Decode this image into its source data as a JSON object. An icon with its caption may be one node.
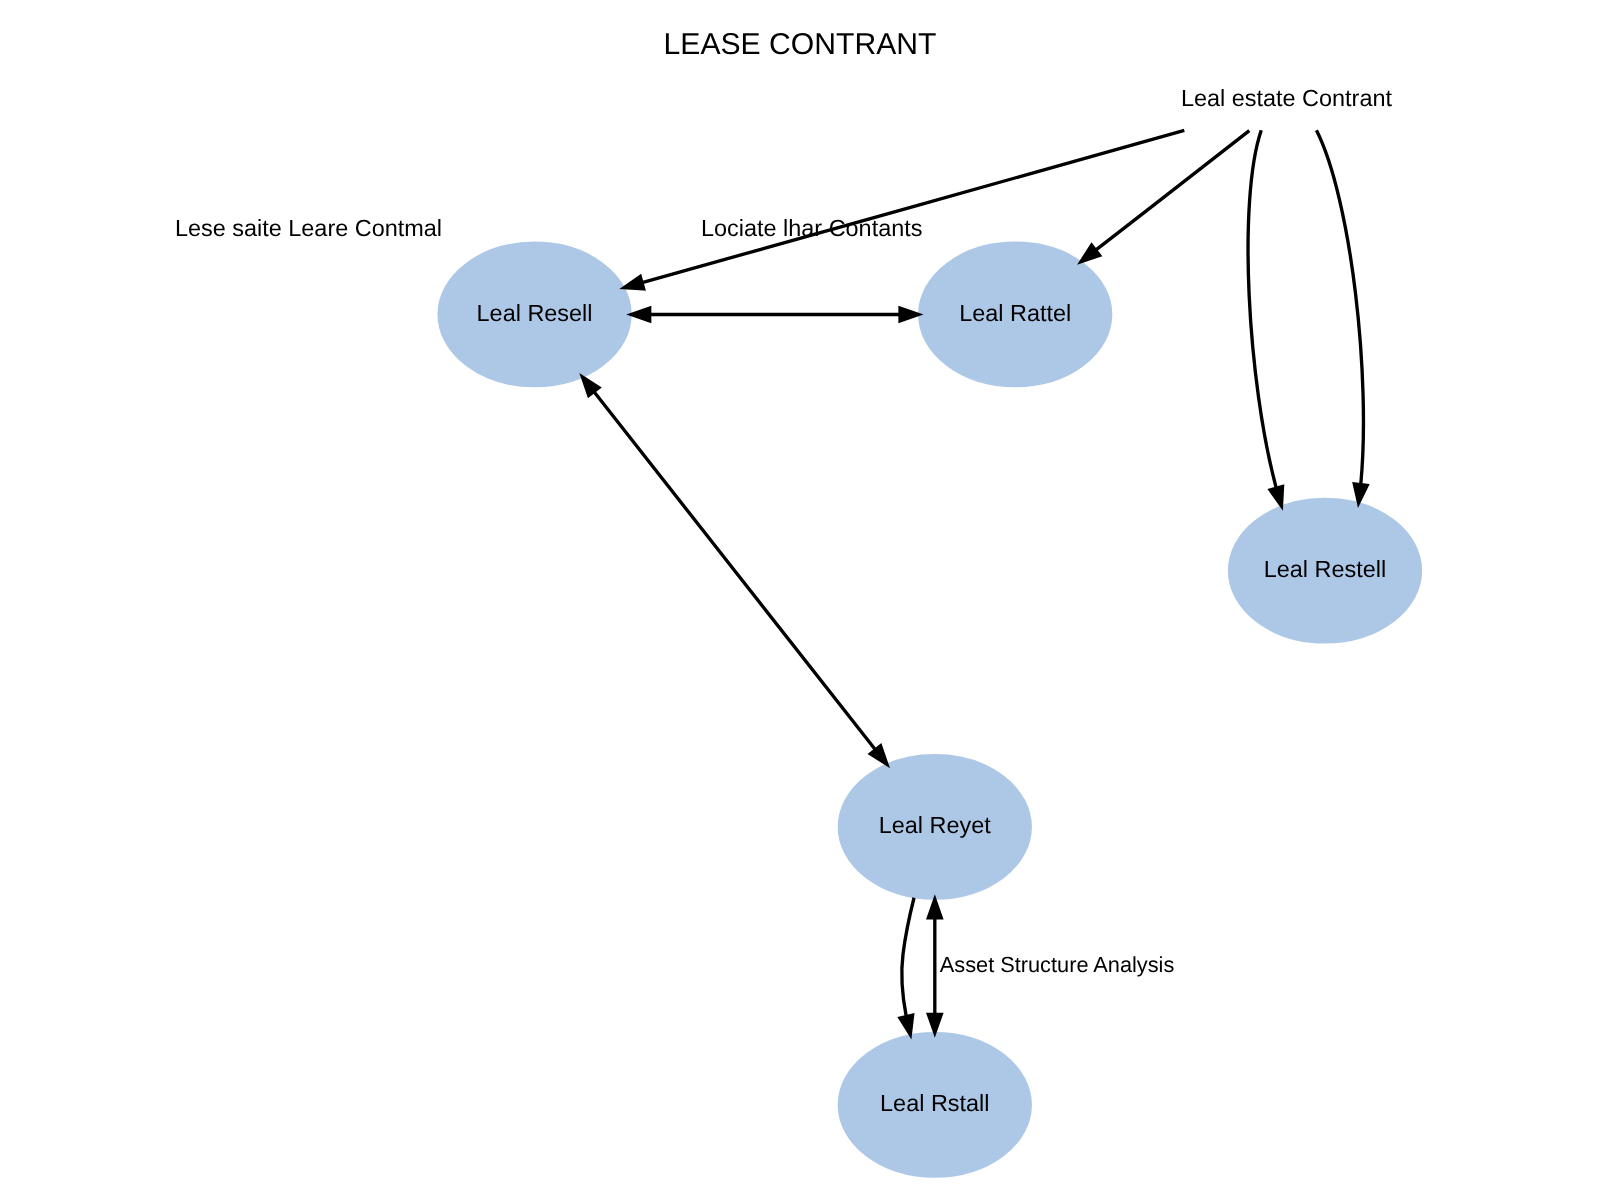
{
  "diagram": {
    "title": "LEASE CONTRANT",
    "nodes": [
      {
        "text": [
          "Leal estate Contrant"
        ]
      },
      {
        "text": [
          "Leal Resell"
        ],
        "beside": [
          "Lese saite Leare Contmal"
        ]
      },
      {
        "text": [
          "Leal Rattel"
        ],
        "beside": [
          "Lociate lhar Contants"
        ]
      },
      {
        "text": [
          "Leal Restell"
        ]
      },
      {
        "text": [
          "Leal Reyet"
        ]
      },
      {
        "text": [
          "Leal Rstall"
        ]
      }
    ],
    "edges": [
      {
        "from": 1,
        "to": 2,
        "arrow": "both"
      },
      {
        "from": 0,
        "to": 1,
        "arrow": "to"
      },
      {
        "from": 0,
        "to": 2,
        "arrow": "to"
      },
      {
        "from": 0,
        "to": 3,
        "arrow": "to"
      },
      {
        "from": 0,
        "to": 3,
        "arrow": "to"
      },
      {
        "from": 1,
        "to": 4,
        "arrow": "both"
      },
      {
        "from": 4,
        "to": 5,
        "arrow": "to"
      },
      {
        "from": 4,
        "to": 5,
        "arrow": "both",
        "label": "Asset Structure Analysis"
      }
    ]
  }
}
